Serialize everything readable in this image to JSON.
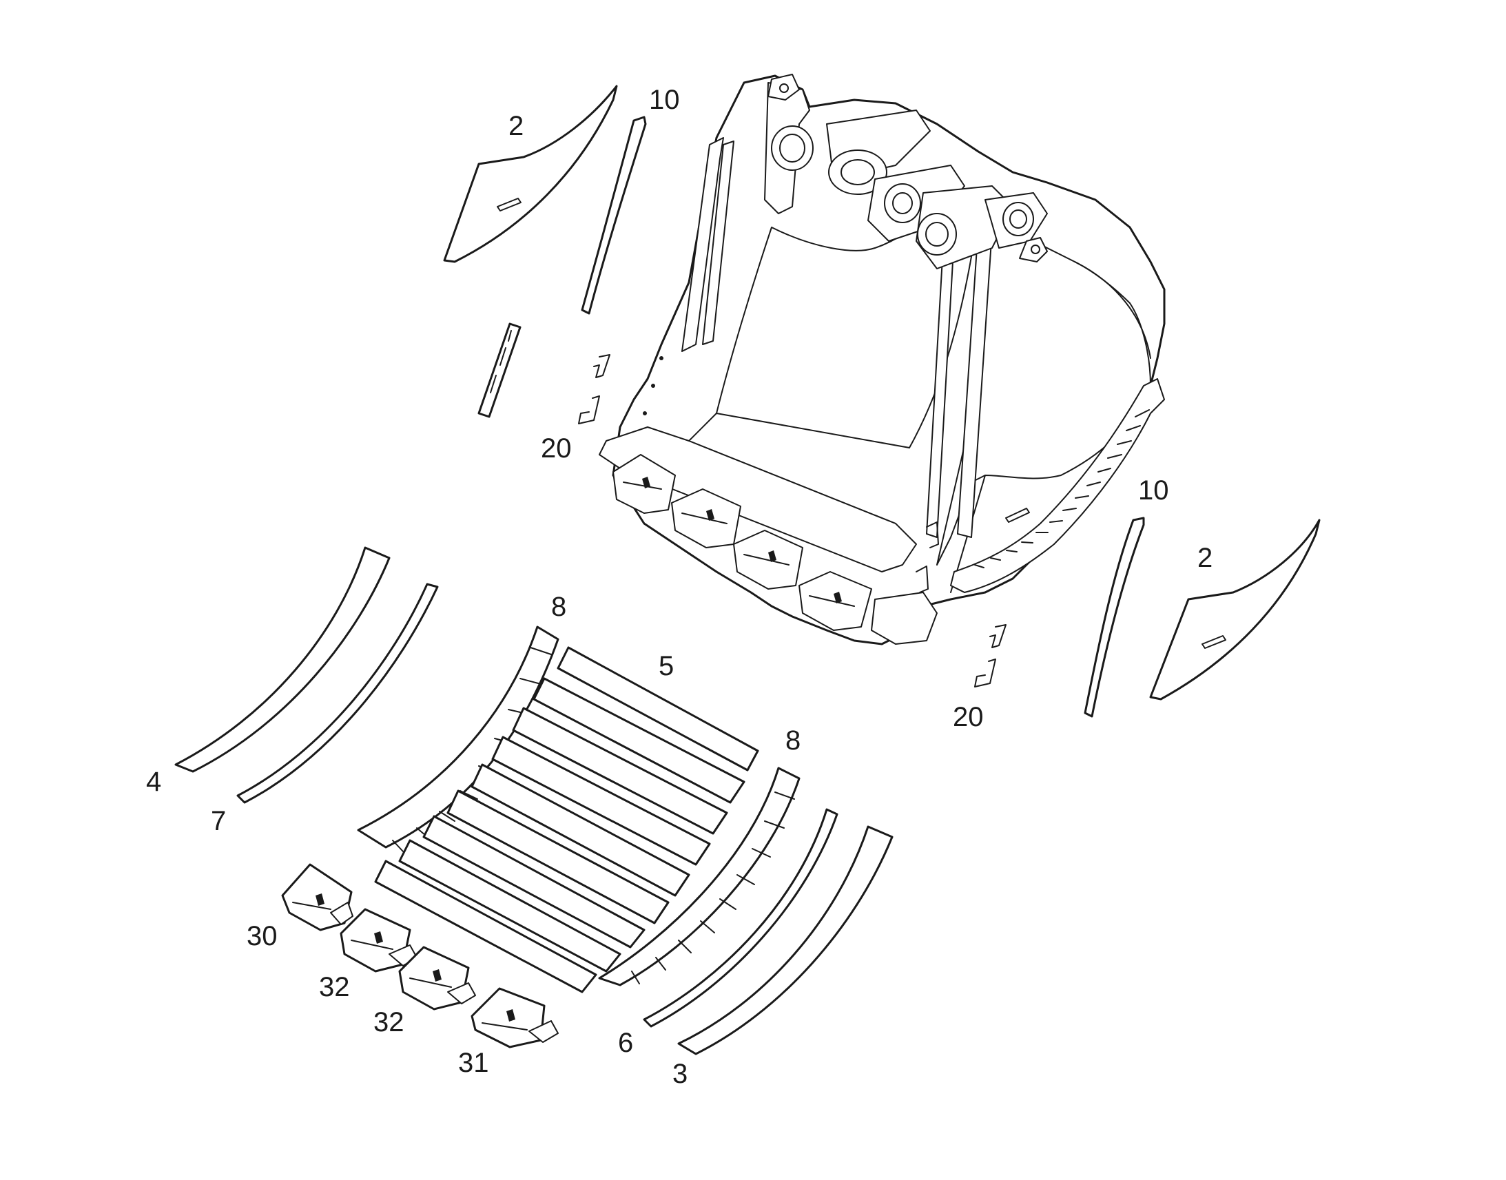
{
  "diagram": {
    "labels": {
      "p2_left": "2",
      "p10_left": "10",
      "p20_left": "20",
      "p10_right": "10",
      "p2_right": "2",
      "p20_right": "20",
      "p8_top": "8",
      "p5": "5",
      "p8_right": "8",
      "p4": "4",
      "p7": "7",
      "p30": "30",
      "p32_a": "32",
      "p32_b": "32",
      "p31": "31",
      "p6": "6",
      "p3": "3"
    },
    "colors": {
      "line": "#1a1a1a",
      "background": "#ffffff"
    }
  }
}
